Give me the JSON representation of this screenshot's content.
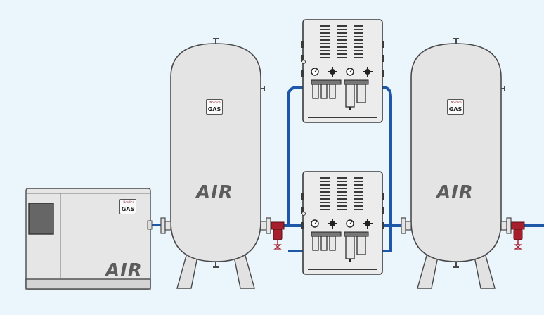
{
  "units": [
    {
      "name": "compressor",
      "label": "AIR",
      "logo_brand": "Nordica",
      "logo_text": "GAS"
    },
    {
      "name": "tank-1",
      "label": "AIR",
      "logo_brand": "Nordica",
      "logo_text": "GAS"
    },
    {
      "name": "tank-2",
      "label": "AIR",
      "logo_brand": "Nordica",
      "logo_text": "GAS"
    }
  ],
  "generators": [
    {
      "name": "generator-top",
      "components": [
        "pressure-gauge",
        "valve-knob",
        "filter-housing"
      ]
    },
    {
      "name": "generator-bottom",
      "components": [
        "pressure-gauge",
        "valve-knob",
        "filter-housing"
      ]
    }
  ],
  "colors": {
    "background": "#eaf6fc",
    "pipe": "#1f57a8",
    "tank_fill": "#e4e4e4",
    "outline": "#4a4a4a",
    "filter": "#a61f2c"
  }
}
